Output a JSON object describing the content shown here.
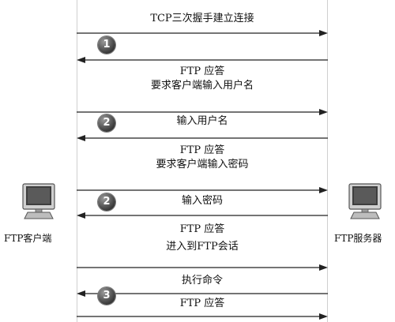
{
  "client": {
    "label": "FTP客户端",
    "icon": "computer-icon"
  },
  "server": {
    "label": "FTP服务器",
    "icon": "computer-icon"
  },
  "messages": [
    {
      "lines": [
        "TCP三次握手建立连接"
      ]
    },
    {
      "lines": [
        "FTP 应答",
        "要求客户端输入用户名"
      ]
    },
    {
      "lines": [
        "输入用户名"
      ]
    },
    {
      "lines": [
        "FTP 应答",
        "要求客户端输入密码"
      ]
    },
    {
      "lines": [
        "输入密码"
      ]
    },
    {
      "lines": [
        "FTP 应答",
        "进入到FTP会话"
      ]
    },
    {
      "lines": [
        "执行命令"
      ]
    },
    {
      "lines": [
        "FTP 应答"
      ]
    }
  ],
  "steps": [
    "1",
    "2",
    "2",
    "3"
  ]
}
